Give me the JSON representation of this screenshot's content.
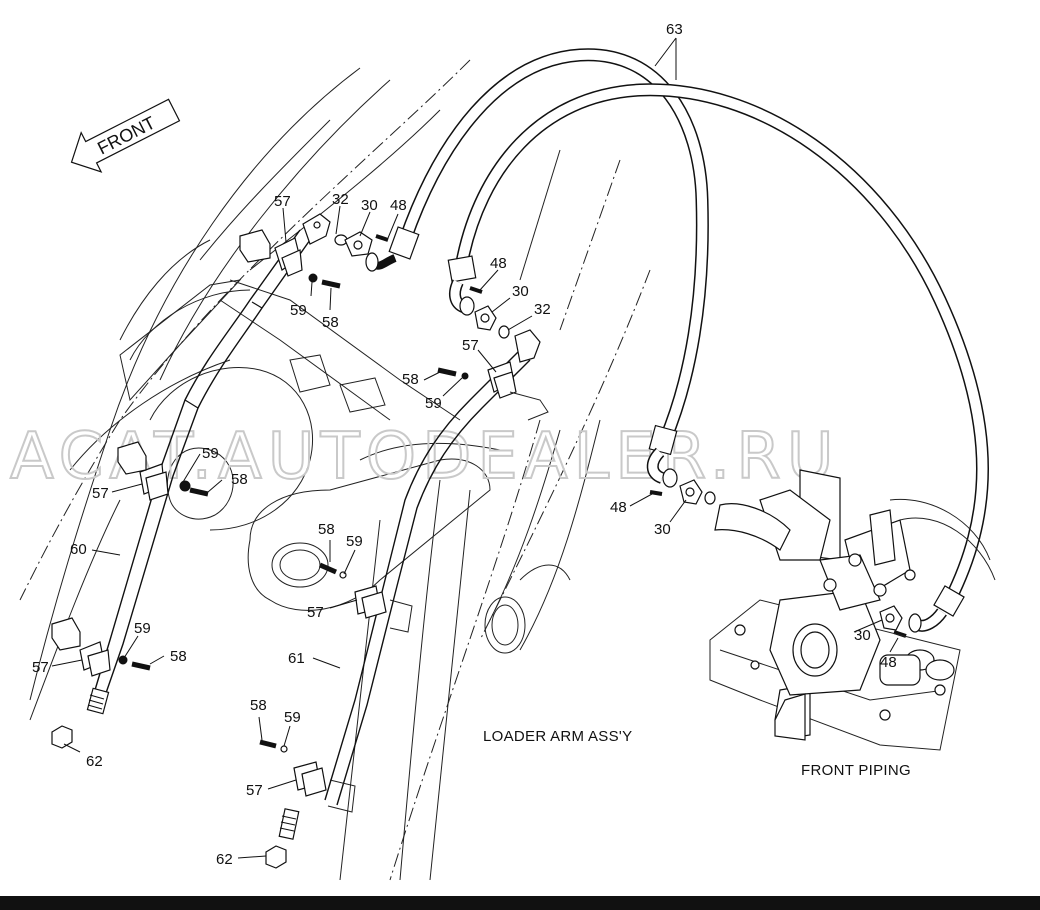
{
  "captions": {
    "front_arrow": "FRONT",
    "loader_arm": "LOADER ARM ASS'Y",
    "front_piping": "FRONT PIPING"
  },
  "watermark": "ACAT.AUTODEALER.RU",
  "callouts": {
    "c63": "63",
    "c57a": "57",
    "c32a": "32",
    "c30a": "30",
    "c48a": "48",
    "c59a": "59",
    "c58a": "58",
    "c48b": "48",
    "c30b": "30",
    "c32b": "32",
    "c57b": "57",
    "c58b": "58",
    "c59b": "59",
    "c59c": "59",
    "c58c": "58",
    "c57c": "57",
    "c60": "60",
    "c58d": "58",
    "c59d": "59",
    "c57d": "57",
    "c59e": "59",
    "c58e": "58",
    "c57e": "57",
    "c61": "61",
    "c62a": "62",
    "c58f": "58",
    "c59f": "59",
    "c57f": "57",
    "c62b": "62",
    "c48c": "48",
    "c30c": "30",
    "c30d": "30",
    "c48d": "48"
  }
}
